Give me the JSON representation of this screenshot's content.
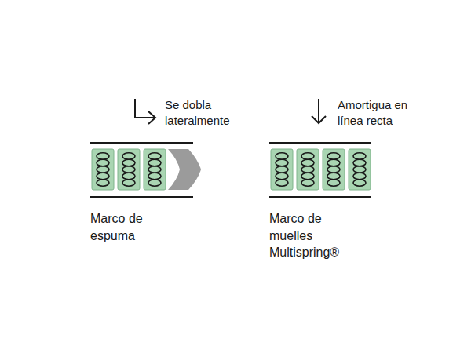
{
  "diagram": {
    "labels": [
      "Se dobla lateralmente",
      "Amortigua en línea recta",
      "Marco de espuma",
      "Marco de muelles Multispring®"
    ]
  }
}
